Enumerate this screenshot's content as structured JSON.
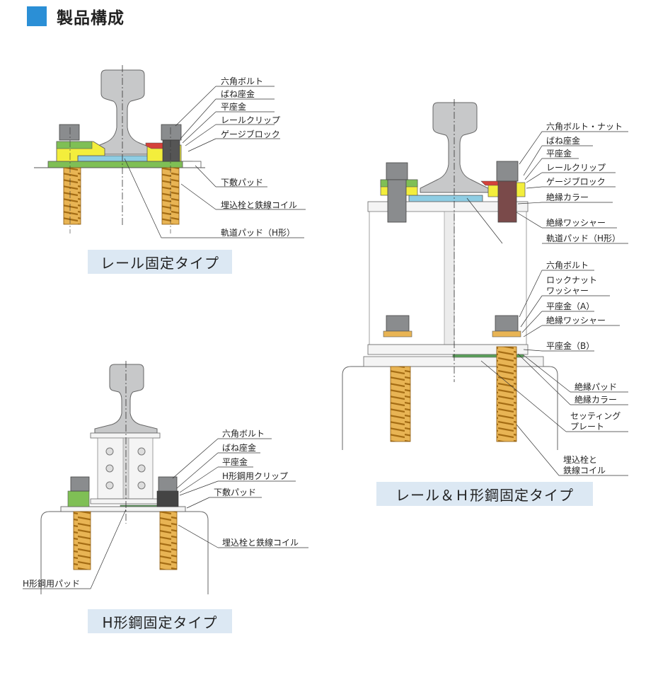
{
  "header": {
    "title": "製品構成"
  },
  "captions": {
    "rail": "レール固定タイプ",
    "hbeam": "H形鋼固定タイプ",
    "railh": "レール＆Ｈ形鋼固定タイプ"
  },
  "rail_type": {
    "labels": [
      "六角ボルト",
      "ばね座金",
      "平座金",
      "レールクリップ",
      "ゲージブロック",
      "下敷パッド",
      "埋込栓と鉄線コイル",
      "軌道パッド（H形）"
    ]
  },
  "hbeam_type": {
    "labels": [
      "六角ボルト",
      "ばね座金",
      "平座金",
      "H形鋼用クリップ",
      "下敷パッド",
      "埋込栓と鉄線コイル",
      "H形鋼用パッド"
    ]
  },
  "railh_type": {
    "labels": [
      "六角ボルト・ナット",
      "ばね座金",
      "平座金",
      "レールクリップ",
      "ゲージブロック",
      "絶縁カラー",
      "絶縁ワッシャー",
      "軌道パッド（H形）",
      "六角ボルト",
      "ロックナット",
      "ワッシャー",
      "平座金（A）",
      "絶縁ワッシャー",
      "平座金（B）",
      "絶縁パッド",
      "絶縁カラー",
      "セッティング",
      "プレート",
      "埋込栓と",
      "鉄線コイル"
    ]
  }
}
